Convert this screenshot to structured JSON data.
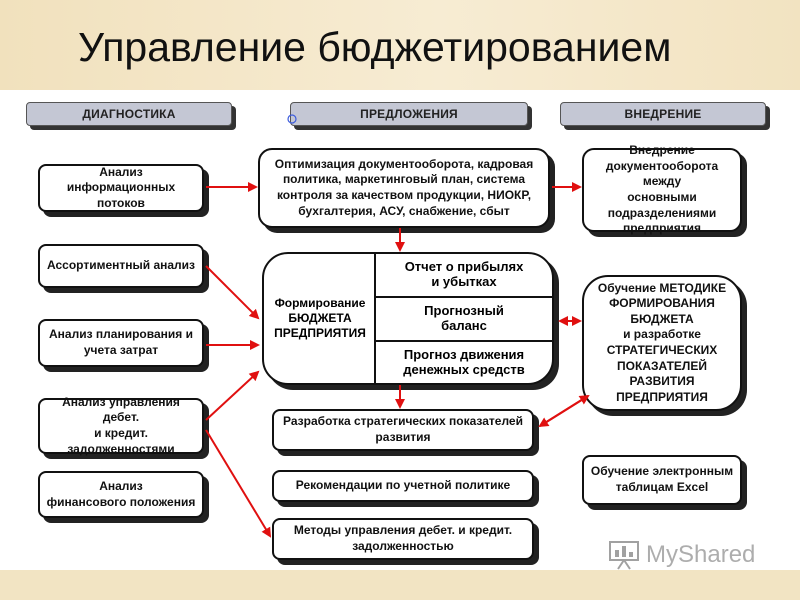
{
  "title": "Управление бюджетированием",
  "headers": {
    "diagnostics": "ДИАГНОСТИКА",
    "proposals": "ПРЕДЛОЖЕНИЯ",
    "implementation": "ВНЕДРЕНИЕ"
  },
  "diagnostics": [
    "Анализ информационных\nпотоков",
    "Ассортиментный анализ",
    "Анализ планирования и\nучета затрат",
    "Анализ управления дебет.\nи кредит.\nзадолженностями",
    "Анализ\nфинансового положения"
  ],
  "proposals": {
    "optimization": "Оптимизация документооборота, кадровая\nполитика, маркетинговый план, система\nконтроля за качеством продукции, НИОКР,\nбухгалтерия, АСУ, снабжение, сбыт",
    "budget_label": "Формирование\nБЮДЖЕТА\nПРЕДПРИЯТИЯ",
    "budget_items": [
      "Отчет о прибылях\nи убытках",
      "Прогнозный\nбаланс",
      "Прогноз движения\nденежных средств"
    ],
    "strategic": "Разработка стратегических показателей\nразвития",
    "accounting": "Рекомендации по учетной политике",
    "debt_methods": "Методы управления дебет. и кредит.\nзадолженностью"
  },
  "implementation": [
    "Внедрение\nдокументооборота между\nосновными\nподразделениями\nпредприятия",
    "Обучение МЕТОДИКЕ\nФОРМИРОВАНИЯ\nБЮДЖЕТА\nи разработке\nСТРАТЕГИЧЕСКИХ\nПОКАЗАТЕЛЕЙ РАЗВИТИЯ\nПРЕДПРИЯТИЯ",
    "Обучение электронным\nтаблицам Excel"
  ],
  "watermark": "MyShared",
  "colors": {
    "arrow": "#e01010",
    "header": "#c4c7d4",
    "top_band": "#f1e1bd"
  }
}
